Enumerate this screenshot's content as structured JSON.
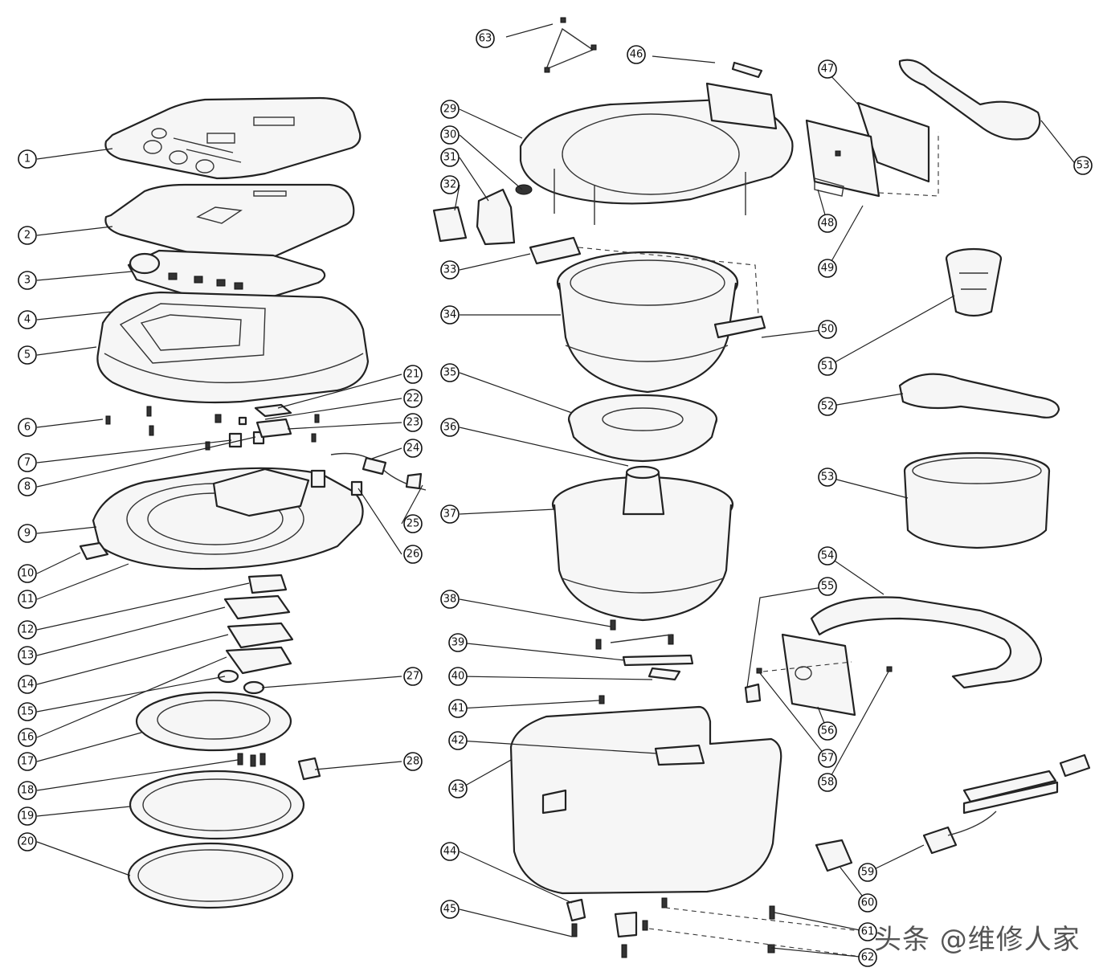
{
  "diagram": {
    "callouts": [
      "1",
      "2",
      "3",
      "4",
      "5",
      "6",
      "7",
      "8",
      "9",
      "10",
      "11",
      "12",
      "13",
      "14",
      "15",
      "16",
      "17",
      "18",
      "19",
      "20",
      "21",
      "22",
      "23",
      "24",
      "25",
      "26",
      "27",
      "28",
      "29",
      "30",
      "31",
      "32",
      "33",
      "34",
      "35",
      "36",
      "37",
      "38",
      "39",
      "40",
      "41",
      "42",
      "43",
      "44",
      "45",
      "46",
      "47",
      "48",
      "49",
      "50",
      "51",
      "52",
      "53",
      "54",
      "55",
      "56",
      "57",
      "58",
      "59",
      "60",
      "61",
      "62",
      "63"
    ]
  },
  "watermark": {
    "text": "头条 @维修人家"
  }
}
